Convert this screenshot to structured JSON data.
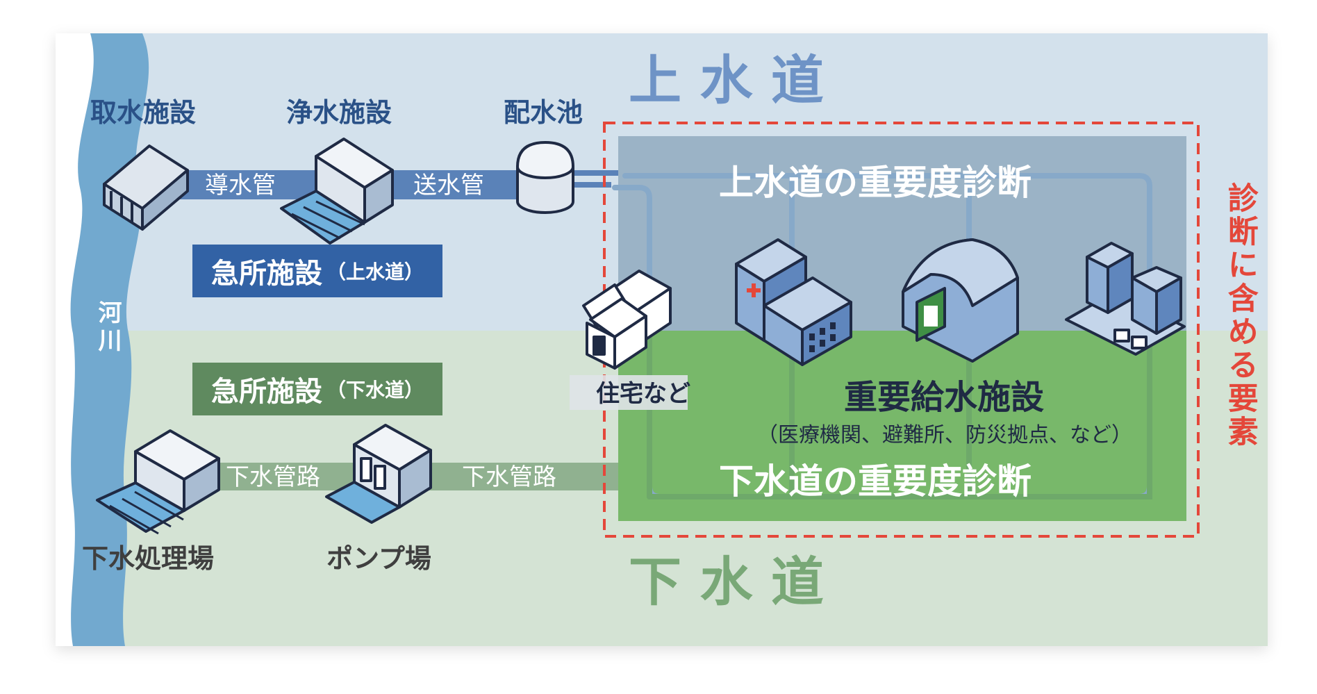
{
  "titles": {
    "water_supply": "上 水 道",
    "sewerage": "下 水 道",
    "river": "河川"
  },
  "facilities": {
    "intake": "取水施設",
    "purification": "浄水施設",
    "reservoir": "配水池",
    "sewage_plant": "下水処理場",
    "pump": "ポンプ場"
  },
  "pipes": {
    "conduit": "導水管",
    "transmission": "送水管",
    "sewer_1": "下水管路",
    "sewer_2": "下水管路"
  },
  "urgent_water": {
    "label": "急所施設",
    "sub": "（上水道）"
  },
  "urgent_sewer": {
    "label": "急所施設",
    "sub": "（下水道）"
  },
  "diagnosis": {
    "water": "上水道の重要度診断",
    "sewer": "下水道の重要度診断"
  },
  "housing": "住宅など",
  "important": {
    "title": "重要給水施設",
    "sub": "（医療機関、避難所、防災拠点、など）"
  },
  "side_label": "診断に含める要素",
  "colors": {
    "water_bg": "#d3e1ec",
    "sewer_bg": "#d4e3d4",
    "river": "#72a9cf",
    "accent_blue": "#3262a5",
    "accent_green": "#5f8a5f",
    "dashed_red": "#e4473a",
    "water_diag_panel": "#9bb3c6",
    "sewer_diag_panel": "#78b86a"
  }
}
